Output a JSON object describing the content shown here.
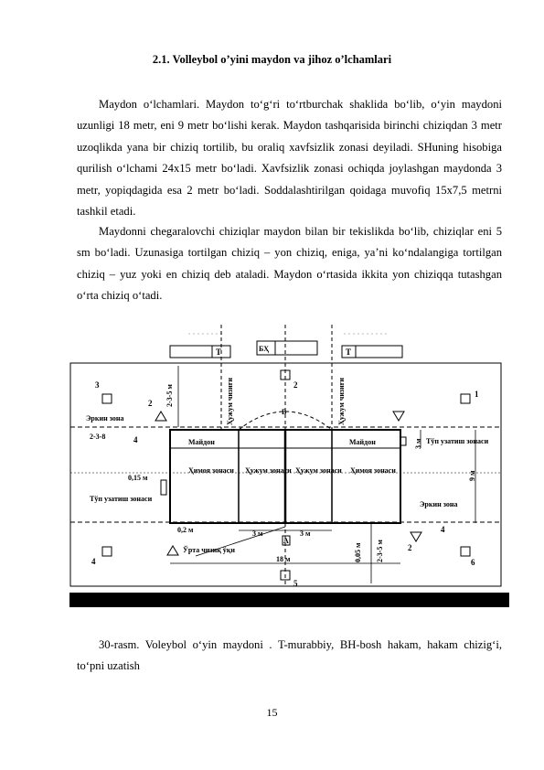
{
  "title": "2.1. Volleybol o’yini maydon va jihoz o’lchamlari",
  "paragraph1": "Maydon o‘lchamlari. Maydon to‘g‘ri to‘rtburchak shaklida bo‘lib, o‘yin maydoni uzunligi 18 metr, eni 9 metr bo‘lishi kerak. Maydon tashqarisida birinchi chiziqdan 3 metr uzoqlikda yana bir chiziq tortilib, bu oraliq xavfsizlik zonasi deyiladi. SHuning hisobiga qurilish o‘lchami 24x15 metr bo‘ladi. Xavfsizlik zonasi ochiqda joylashgan maydonda 3 metr, yopiqdagida esa 2 metr bo‘ladi. Soddalashtirilgan qoidaga muvofiq 15x7,5 metrni tashkil etadi.",
  "paragraph2": "Maydonni chegaralovchi chiziqlar maydon bilan bir tekislikda bo‘lib, chiziqlar eni 5 sm bo‘ladi. Uzunasiga tortilgan chiziq – yon chiziq, eniga, ya’ni ko‘ndalangiga tortilgan chiziq – yuz yoki en chiziq deb ataladi. Maydon o‘rtasida ikkita yon chiziqqa tutashgan o‘rta chiziq o‘tadi.",
  "figure": {
    "bench_left": "Т",
    "bench_right": "Т",
    "judge_table": "БҲ",
    "attack_line_left": "Ҳужум чизиғи",
    "attack_line_right": "Ҳужум чизиғи",
    "free_zone_left": "Эркин зона",
    "free_zone_right": "Эркин зона",
    "court_left": "Майдон",
    "court_right": "Майдон",
    "defense_zone_left": "Ҳимоя зонаси",
    "attack_zone_left": "Ҳужум зонаси",
    "attack_zone_right": "Ҳужум зонаси",
    "defense_zone_right": "Ҳимоя зонаси",
    "ball_zone_left": "Тўп узатиш зонаси",
    "ball_zone_right": "Тўп узатиш зонаси",
    "center_line_axis": "Ўрта чизиқ ўқи",
    "dim_235_left": "2-3-5 м",
    "dim_235_right": "2-3-5 м",
    "dim_238": "2-3-8",
    "dim_015": "0,15 м",
    "dim_02": "0,2 м",
    "dim_3m_a": "3 м",
    "dim_3m_b": "3 м",
    "dim_3m_side": "3 м",
    "dim_9m": "9 м",
    "dim_005": "0,05 м",
    "dim_18m": "18 м",
    "label_v": "В",
    "label_a": "А",
    "n1": "1",
    "n2a": "2",
    "n2b": "2",
    "n2c": "2",
    "n3": "3",
    "n4a": "4",
    "n4b": "4",
    "n4c": "4",
    "n5": "5",
    "n6": "6"
  },
  "caption": "30-rasm. Voleybol o‘yin maydoni . T-murabbiy, BH-bosh hakam, hakam chizig‘i, to‘pni uzatish",
  "page_number": "15"
}
